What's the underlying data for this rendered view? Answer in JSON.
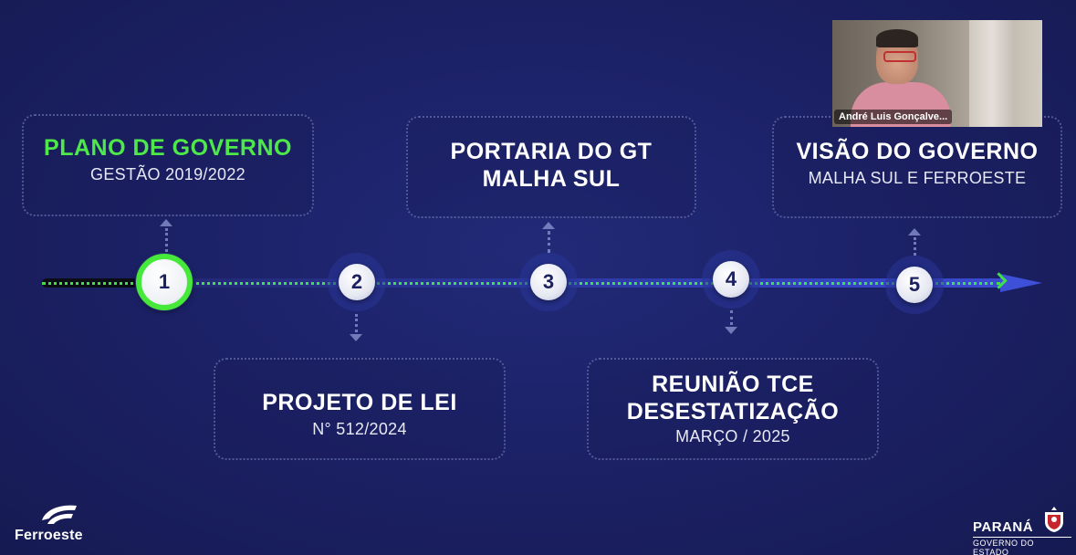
{
  "timeline": {
    "steps": [
      {
        "number": "1",
        "title": "PLANO DE GOVERNO",
        "subtitle": "GESTÃO 2019/2022",
        "active": true
      },
      {
        "number": "2",
        "title": "PROJETO DE LEI",
        "subtitle": "N° 512/2024",
        "active": false
      },
      {
        "number": "3",
        "title_line1": "PORTARIA DO GT",
        "title_line2": "MALHA SUL",
        "active": false
      },
      {
        "number": "4",
        "title_line1": "REUNIÃO TCE",
        "title_line2": "DESESTATIZAÇÃO",
        "subtitle": "MARÇO / 2025",
        "active": false
      },
      {
        "number": "5",
        "title": "VISÃO DO GOVERNO",
        "subtitle": "MALHA SUL E FERROESTE",
        "active": false
      }
    ]
  },
  "video": {
    "participant_name": "André Luis Gonçalve..."
  },
  "logos": {
    "left": "Ferroeste",
    "right_state": "PARANÁ",
    "right_gov": "GOVERNO DO ESTADO"
  },
  "colors": {
    "background": "#1b2064",
    "accent_green": "#46e83a",
    "track_blue": "#3a4ad0"
  }
}
